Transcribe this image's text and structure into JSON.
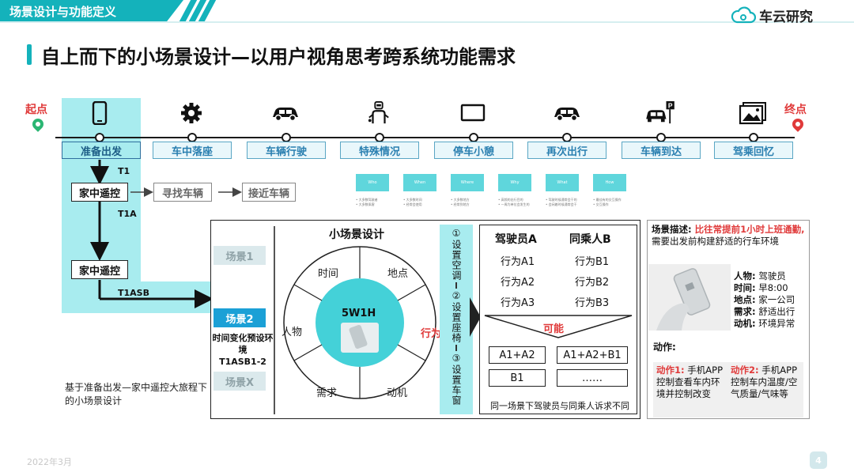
{
  "header": {
    "section_title": "场景设计与功能定义",
    "brand": "车云研究"
  },
  "page_title": "自上而下的小场景设计—以用户视角思考跨系统功能需求",
  "journey": {
    "start_label": "起点",
    "end_label": "终点",
    "stages": [
      {
        "label": "准备出发",
        "icon": "phone-icon"
      },
      {
        "label": "车中落座",
        "icon": "gear-icon"
      },
      {
        "label": "车辆行驶",
        "icon": "car-icon"
      },
      {
        "label": "特殊情况",
        "icon": "person-robot-icon"
      },
      {
        "label": "停车小憩",
        "icon": "screen-icon"
      },
      {
        "label": "再次出行",
        "icon": "car-icon"
      },
      {
        "label": "车辆到达",
        "icon": "parking-icon"
      },
      {
        "label": "驾乘回忆",
        "icon": "photo-icon"
      }
    ]
  },
  "flow": {
    "home_remote_1": "家中遥控",
    "find_car": "寻找车辆",
    "approach_car": "接近车辆",
    "home_remote_2": "家中遥控",
    "t1": "T1",
    "t1a": "T1A",
    "t1asb": "T1ASB",
    "note": "基于准备出发—家中遥控大旅程下的小场景设计"
  },
  "mini_table": {
    "headers": [
      "Who",
      "When",
      "Where",
      "Why",
      "What",
      "How"
    ],
    "bullets": [
      [
        "• 大多数驾驶者",
        "• 大多数乘客"
      ],
      [
        "• 大多数时间",
        "• 经常会使用"
      ],
      [
        "• 大多数地方",
        "• 经常到地方"
      ],
      [
        "• 高频的出行目的",
        "• 一周为单位会发生的"
      ],
      [
        "• 驾驶时候通常会干的",
        "• 会闲着时候通常会干"
      ],
      [
        "• 最佳有的交互操作",
        "• 交互操作"
      ]
    ]
  },
  "scenes": {
    "s1": "场景1",
    "s2": "场景2",
    "sx": "场景X",
    "s2_desc": "时间变化预设环境",
    "s2_code": "T1ASB1-2"
  },
  "design": {
    "title": "小场景设计",
    "center": "5W1H",
    "dims": [
      "时间",
      "地点",
      "人物",
      "需求",
      "动机"
    ],
    "action_label": "行为"
  },
  "actions": [
    "①设置空调",
    "②设置座椅",
    "③设置车窗"
  ],
  "passengers": {
    "driver": "驾驶员A",
    "passenger": "同乘人B",
    "driver_acts": [
      "行为A1",
      "行为A2",
      "行为A3"
    ],
    "passenger_acts": [
      "行为B1",
      "行为B2",
      "行为B3"
    ],
    "possible": "可能",
    "combos": [
      "A1+A2",
      "A1+A2+B1",
      "B1",
      "……"
    ],
    "note": "同一场景下驾驶员与同乘人诉求不同"
  },
  "right_panel": {
    "desc_label": "场景描述:",
    "desc_red": "比往常提前1小时上班通勤,",
    "desc_rest": "需要出发前构建舒适的行车环境",
    "attrs": [
      {
        "k": "人物:",
        "v": "驾驶员"
      },
      {
        "k": "时间:",
        "v": "早8:00"
      },
      {
        "k": "地点:",
        "v": "家一公司"
      },
      {
        "k": "需求:",
        "v": "舒适出行"
      },
      {
        "k": "动机:",
        "v": "环境异常"
      }
    ],
    "actions_label": "动作:",
    "action1_label": "动作1:",
    "action1_text": "手机APP控制查看车内环境并控制改变",
    "action2_label": "动作2:",
    "action2_text": "手机APP控制车内温度/空气质量/气味等"
  },
  "footer": {
    "date": "2022年3月",
    "page": "4"
  },
  "colors": {
    "accent": "#14b2bb",
    "red": "#e03a3a",
    "cyan": "#a8ecef",
    "blue": "#1ba0d6"
  }
}
